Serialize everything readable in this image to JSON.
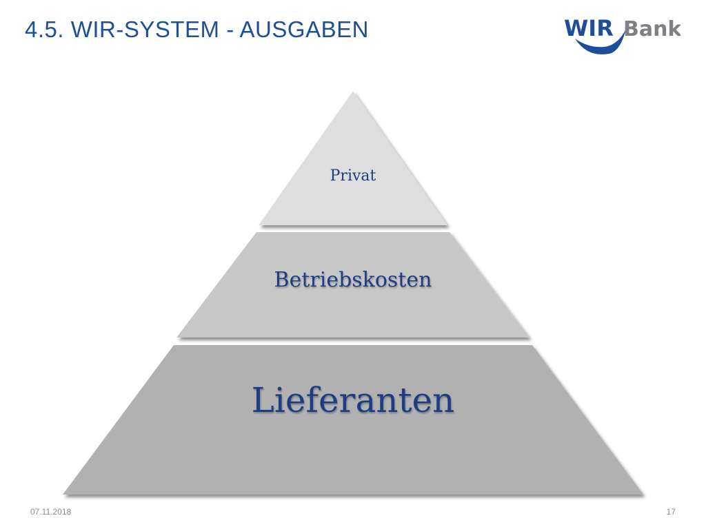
{
  "slide": {
    "title": "4.5. WIR-SYSTEM - AUSGABEN",
    "date": "07.11.2018",
    "page_number": "17"
  },
  "logo": {
    "part1": "WIR",
    "part2": "Bank",
    "colors": {
      "wir": "#1e4e98",
      "bank": "#7f8083"
    }
  },
  "pyramid": {
    "tiers": [
      {
        "label": "Privat",
        "fill": "#dedede"
      },
      {
        "label": "Betriebskosten",
        "fill": "#c7c7c7"
      },
      {
        "label": "Lieferanten",
        "fill": "#b1b1b1"
      }
    ],
    "text_color": "#1e3c86"
  },
  "colors": {
    "title": "#1e4e98",
    "footer": "#8a8a8a"
  }
}
